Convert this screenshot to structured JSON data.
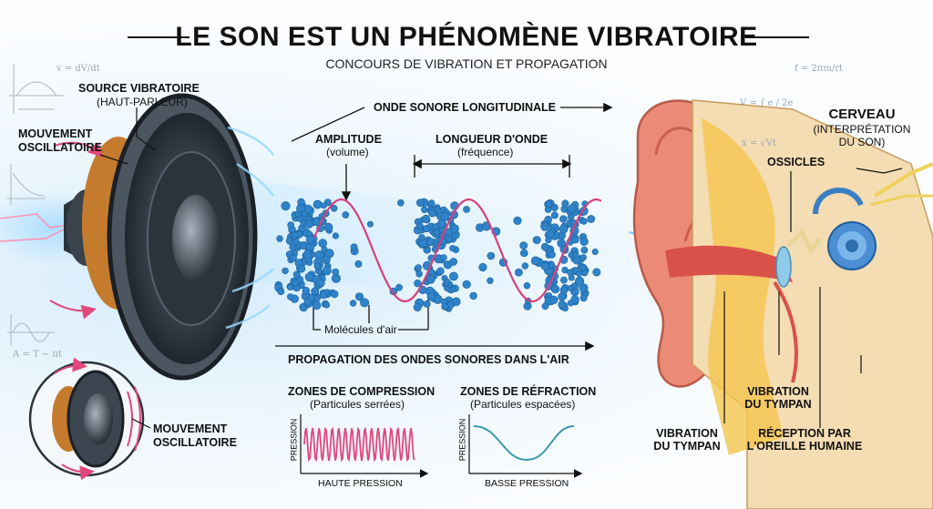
{
  "title": "LE SON EST UN PHÉNOMÈNE VIBRATOIRE",
  "subtitle": "CONCOURS DE VIBRATION ET PROPAGATION",
  "source": {
    "label": "SOURCE VIBRATOIRE",
    "sublabel": "(HAUT-PARLEUR)"
  },
  "movement_top": {
    "line1": "MOUVEMENT",
    "line2": "OSCILLATOIRE"
  },
  "movement_bottom": {
    "line1": "MOUVEMENT",
    "line2": "OSCILLATOIRE"
  },
  "wave": {
    "title": "ONDE SONORE LONGITUDINALE",
    "amplitude": {
      "label": "AMPLITUDE",
      "sublabel": "(volume)"
    },
    "wavelength": {
      "label": "LONGUEUR D'ONDE",
      "sublabel": "(fréquence)"
    },
    "molecules": "Molécules d'air"
  },
  "propagation": "PROPAGATION DES ONDES SONORES DANS L'AIR",
  "compression": {
    "label": "ZONES DE COMPRESSION",
    "sublabel": "(Particules serrées)",
    "y_axis": "PRESSION",
    "x_axis": "HAUTE PRESSION"
  },
  "rarefaction": {
    "label": "ZONES DE RÉFRACTION",
    "sublabel": "(Particules espacées)",
    "y_axis": "PRESSION",
    "x_axis": "BASSE PRESSION"
  },
  "ear": {
    "brain": {
      "label": "CERVEAU",
      "line1": "(INTERPRÉTATION",
      "line2": "DU SON)"
    },
    "ossicles": "OSSICLES",
    "vibration_inner": {
      "line1": "VIBRATION",
      "line2": "DU TYMPAN"
    },
    "vibration_outer": {
      "line1": "VIBRATION",
      "line2": "DU TYMPAN"
    },
    "reception": {
      "line1": "RÉCEPTION PAR",
      "line2": "L'OREILLE HUMAINE"
    }
  },
  "formulas": {
    "velocity": "v = dV/dt",
    "frequency": "f = 2πm/rt",
    "power": "V = ∫ e / 2e",
    "root": "x = √Vt",
    "eq": "A = T − πt"
  },
  "colors": {
    "wave": "#d6407c",
    "particle": "#2f83c9",
    "ear": "#e98572",
    "cochlea": "#3a8ad0"
  }
}
